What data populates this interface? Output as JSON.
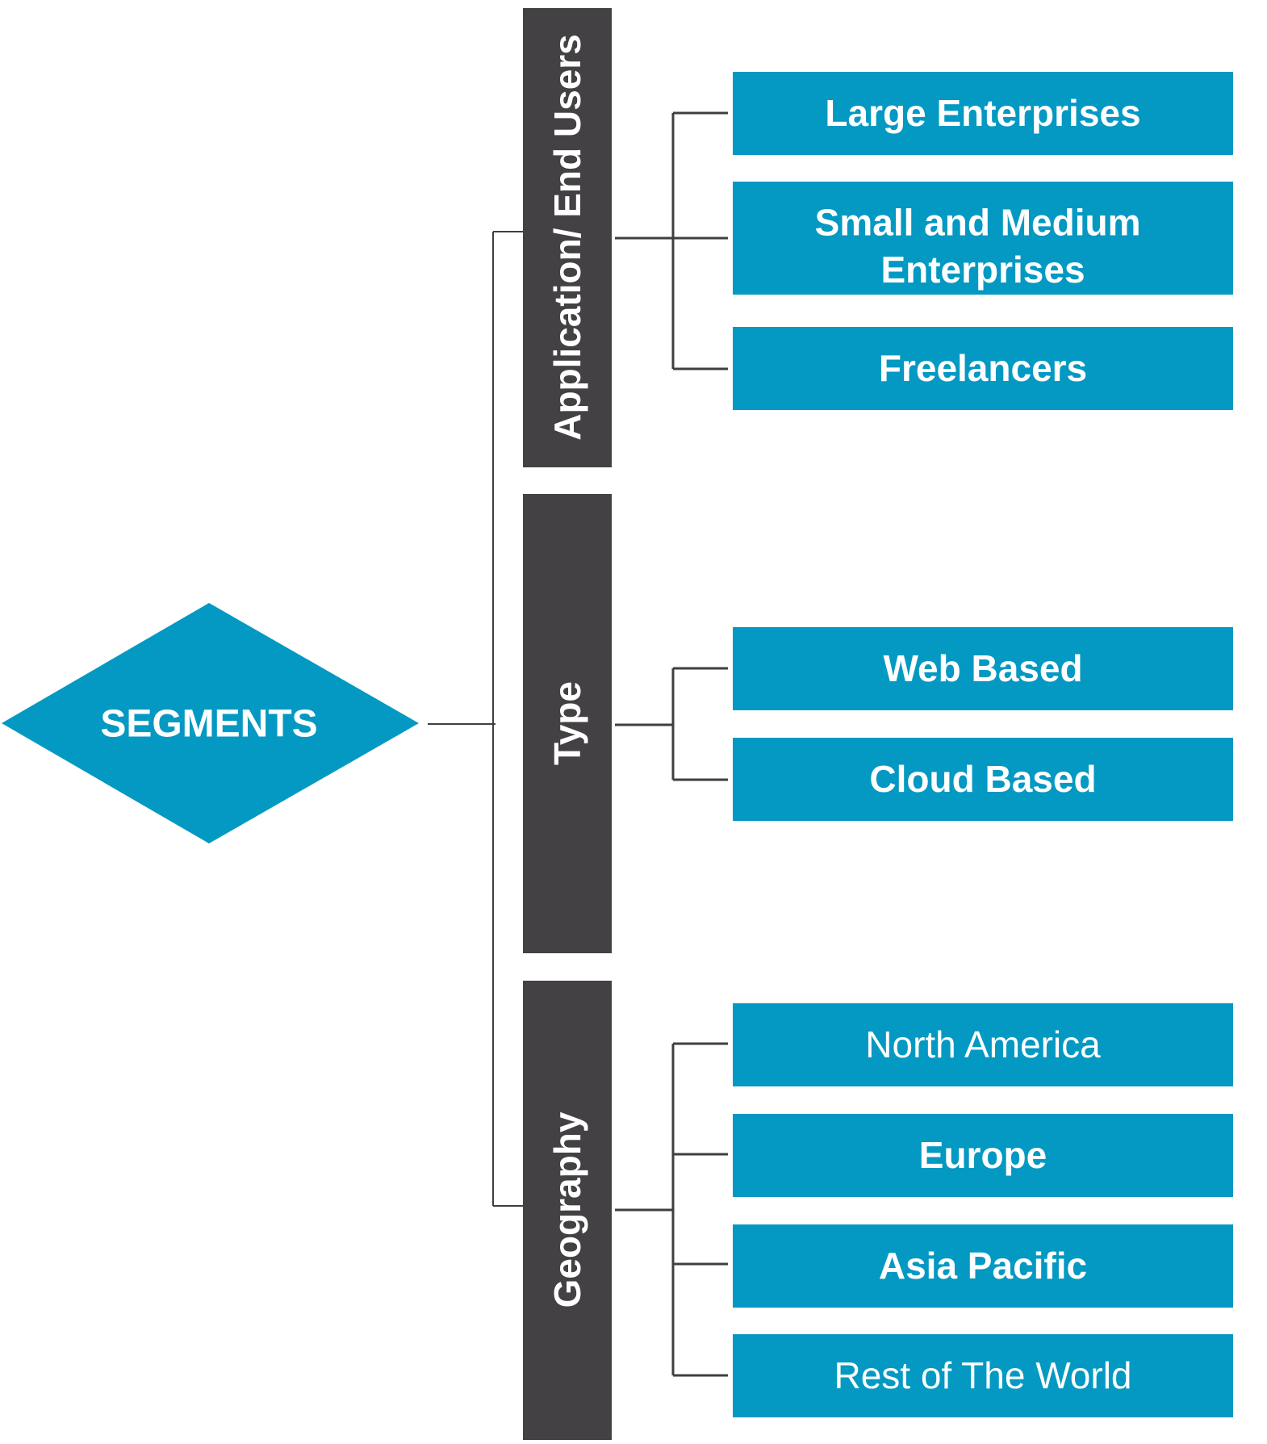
{
  "colors": {
    "teal": "#0399c2",
    "dark": "#434143",
    "connector": "#3f3f3f",
    "text": "#ffffff"
  },
  "root": {
    "label": "SEGMENTS",
    "shape": "diamond"
  },
  "categories": [
    {
      "label": "Application/ End Users",
      "items": [
        {
          "label": "Large Enterprises",
          "bold": true
        },
        {
          "label": "Small and Medium\nEnterprises",
          "bold": true
        },
        {
          "label": "Freelancers",
          "bold": true
        }
      ]
    },
    {
      "label": "Type",
      "items": [
        {
          "label": "Web Based",
          "bold": true
        },
        {
          "label": "Cloud Based",
          "bold": true
        }
      ]
    },
    {
      "label": "Geography",
      "items": [
        {
          "label": "North America",
          "bold": false
        },
        {
          "label": "Europe",
          "bold": true
        },
        {
          "label": "Asia Pacific",
          "bold": true
        },
        {
          "label": "Rest of The World",
          "bold": false
        }
      ]
    }
  ]
}
